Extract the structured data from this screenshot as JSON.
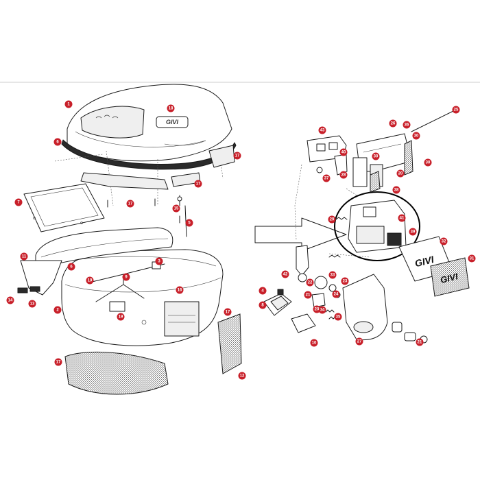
{
  "callouts": [
    {
      "id": "c1",
      "text": "1"
    },
    {
      "id": "c18",
      "text": "18"
    },
    {
      "id": "c6a",
      "text": "6"
    },
    {
      "id": "c17a",
      "text": "17"
    },
    {
      "id": "c17b",
      "text": "17"
    },
    {
      "id": "c17c",
      "text": "17"
    },
    {
      "id": "c7",
      "text": "7"
    },
    {
      "id": "c15",
      "text": "15"
    },
    {
      "id": "c5",
      "text": "5"
    },
    {
      "id": "c11",
      "text": "11"
    },
    {
      "id": "c6b",
      "text": "6"
    },
    {
      "id": "c3",
      "text": "3"
    },
    {
      "id": "c19a",
      "text": "19"
    },
    {
      "id": "c9",
      "text": "9"
    },
    {
      "id": "c16",
      "text": "16"
    },
    {
      "id": "c14",
      "text": "14"
    },
    {
      "id": "c13",
      "text": "13"
    },
    {
      "id": "c2",
      "text": "2"
    },
    {
      "id": "c19b",
      "text": "19"
    },
    {
      "id": "c17d",
      "text": "17"
    },
    {
      "id": "c17e",
      "text": "17"
    },
    {
      "id": "c12",
      "text": "12"
    },
    {
      "id": "c43",
      "text": "43"
    },
    {
      "id": "c26",
      "text": "26"
    },
    {
      "id": "c36",
      "text": "36"
    },
    {
      "id": "c25",
      "text": "25"
    },
    {
      "id": "c30a",
      "text": "30"
    },
    {
      "id": "c40",
      "text": "40"
    },
    {
      "id": "c30b",
      "text": "30"
    },
    {
      "id": "c37",
      "text": "37"
    },
    {
      "id": "c28",
      "text": "28"
    },
    {
      "id": "c30c",
      "text": "30"
    },
    {
      "id": "c20a",
      "text": "20"
    },
    {
      "id": "c38",
      "text": "38"
    },
    {
      "id": "c29",
      "text": "29"
    },
    {
      "id": "c41",
      "text": "41"
    },
    {
      "id": "c39",
      "text": "39"
    },
    {
      "id": "c32",
      "text": "32"
    },
    {
      "id": "c31",
      "text": "31"
    },
    {
      "id": "c42",
      "text": "42"
    },
    {
      "id": "c33",
      "text": "33"
    },
    {
      "id": "c22",
      "text": "22"
    },
    {
      "id": "c23",
      "text": "23"
    },
    {
      "id": "c21a",
      "text": "21"
    },
    {
      "id": "c24",
      "text": "24"
    },
    {
      "id": "c4",
      "text": "4"
    },
    {
      "id": "c8",
      "text": "8"
    },
    {
      "id": "c34",
      "text": "34"
    },
    {
      "id": "c35",
      "text": "35"
    },
    {
      "id": "c20b",
      "text": "20"
    },
    {
      "id": "c10",
      "text": "10"
    },
    {
      "id": "c27",
      "text": "27"
    },
    {
      "id": "c21b",
      "text": "21"
    }
  ],
  "brand": {
    "logo_text": "GIVI",
    "lid_badge_text": "GIVI"
  },
  "colors": {
    "callout": "#c8202a",
    "line": "#1a1a1a",
    "background": "#ffffff"
  }
}
